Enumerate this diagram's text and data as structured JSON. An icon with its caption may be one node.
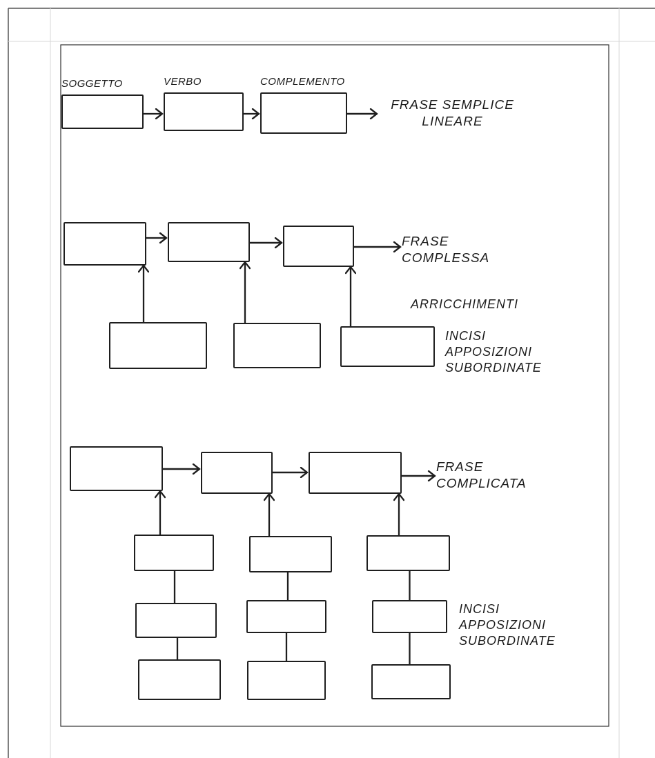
{
  "diagram": {
    "nodes": [
      {
        "text": [
          "SOGGETTO"
        ]
      },
      {
        "text": [
          "VERBO"
        ]
      },
      {
        "text": [
          "COMPLEMENTO"
        ]
      },
      {
        "text": [
          "FRASE SEMPLICE LINEARE"
        ]
      },
      {
        "text": [],
        "shape": "box"
      },
      {
        "text": [],
        "shape": "box"
      },
      {
        "text": [],
        "shape": "box"
      },
      {
        "text": [
          "FRASE COMPLESSA"
        ]
      },
      {
        "text": [],
        "shape": "box"
      },
      {
        "text": [],
        "shape": "box"
      },
      {
        "text": [],
        "shape": "box"
      },
      {
        "text": [],
        "shape": "box"
      },
      {
        "text": [],
        "shape": "box"
      },
      {
        "text": [],
        "shape": "box"
      },
      {
        "text": [
          "FRASE COMPLICATA"
        ]
      },
      {
        "text": [],
        "shape": "box"
      },
      {
        "text": [],
        "shape": "box"
      },
      {
        "text": [],
        "shape": "box"
      },
      {
        "text": [],
        "shape": "box"
      },
      {
        "text": [],
        "shape": "box"
      },
      {
        "text": [],
        "shape": "box"
      },
      {
        "text": [],
        "shape": "box"
      },
      {
        "text": [],
        "shape": "box"
      },
      {
        "text": [],
        "shape": "box"
      }
    ],
    "edges": [
      {
        "from": 0,
        "to": 1,
        "arrow": "to"
      },
      {
        "from": 1,
        "to": 2,
        "arrow": "to"
      },
      {
        "from": 2,
        "to": 3,
        "arrow": "to"
      },
      {
        "from": 4,
        "to": 5,
        "arrow": "to"
      },
      {
        "from": 5,
        "to": 6,
        "arrow": "to"
      },
      {
        "from": 6,
        "to": 7,
        "arrow": "to"
      },
      {
        "from": 8,
        "to": 4,
        "arrow": "to"
      },
      {
        "from": 9,
        "to": 5,
        "arrow": "to"
      },
      {
        "from": 10,
        "to": 6,
        "arrow": "to"
      },
      {
        "from": 11,
        "to": 12,
        "arrow": "to"
      },
      {
        "from": 12,
        "to": 13,
        "arrow": "to"
      },
      {
        "from": 13,
        "to": 14,
        "arrow": "to"
      },
      {
        "from": 15,
        "to": 11,
        "arrow": "to"
      },
      {
        "from": 16,
        "to": 12,
        "arrow": "to"
      },
      {
        "from": 17,
        "to": 13,
        "arrow": "to"
      },
      {
        "from": 15,
        "to": 18,
        "arrow": "none"
      },
      {
        "from": 18,
        "to": 21,
        "arrow": "none"
      },
      {
        "from": 16,
        "to": 19,
        "arrow": "none"
      },
      {
        "from": 19,
        "to": 22,
        "arrow": "none"
      },
      {
        "from": 17,
        "to": 20,
        "arrow": "none"
      },
      {
        "from": 20,
        "to": 23,
        "arrow": "none"
      }
    ],
    "labels": [
      "ARRICCHIMENTI",
      "INCISI APPOSIZIONI SUBORDINATE",
      "INCISI APPOSIZIONI SUBORDINATE"
    ]
  }
}
